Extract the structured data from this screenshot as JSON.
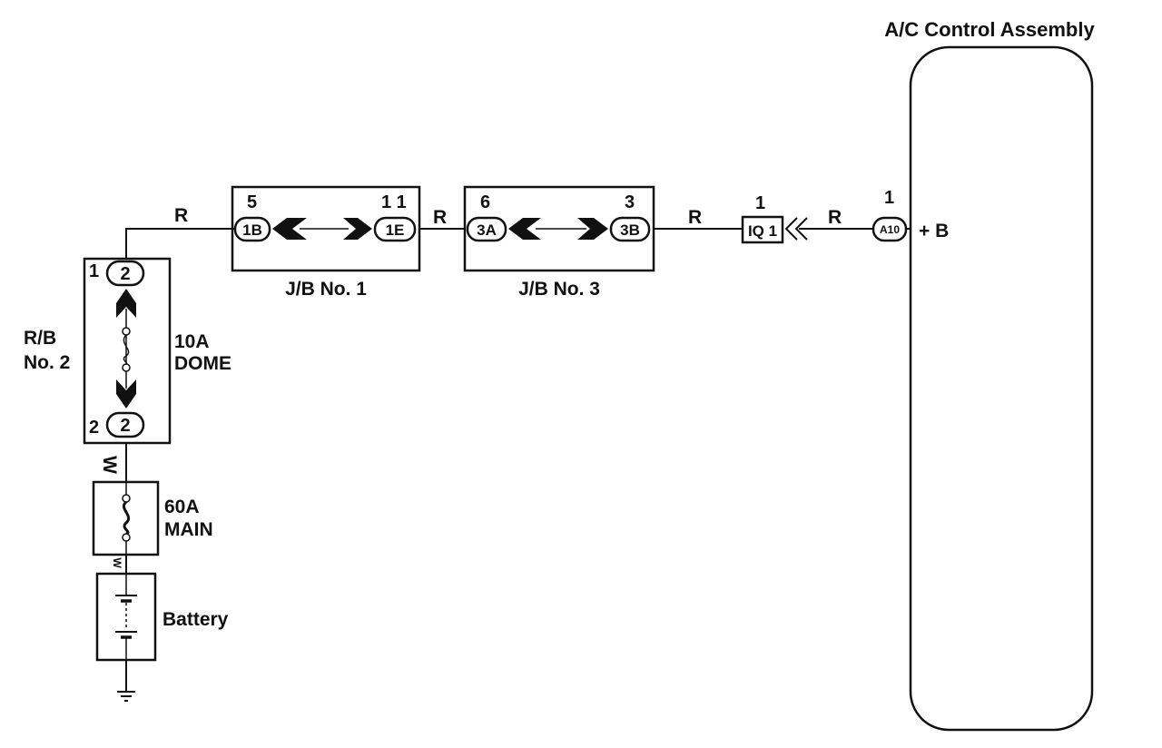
{
  "control_assembly": {
    "title": "A/C Control Assembly",
    "terminal": "+ B",
    "pin": "1",
    "connector": "A10"
  },
  "junction_block_1": {
    "label": "J/B No. 1",
    "left_pin": "5",
    "left_connector": "1B",
    "right_pin": "1 1",
    "right_connector": "1E"
  },
  "junction_block_3": {
    "label": "J/B No. 3",
    "left_pin": "6",
    "left_connector": "3A",
    "right_pin": "3",
    "right_connector": "3B"
  },
  "inline_connector": {
    "pin": "1",
    "label": "IQ 1"
  },
  "relay_block": {
    "label_line1": "R/B",
    "label_line2": "No. 2",
    "top_pin": "1",
    "top_connector": "2",
    "bottom_pin": "2",
    "bottom_connector": "2",
    "fuse_line1": "10A",
    "fuse_line2": "DOME"
  },
  "main_fuse": {
    "line1": "60A",
    "line2": "MAIN"
  },
  "battery": {
    "label": "Battery"
  },
  "wires": {
    "rb_to_jb1": "R",
    "jb1_to_jb3": "R",
    "jb3_to_iq1": "R",
    "iq1_to_a10": "R",
    "rb_to_main": "W",
    "main_to_battery": "W"
  }
}
